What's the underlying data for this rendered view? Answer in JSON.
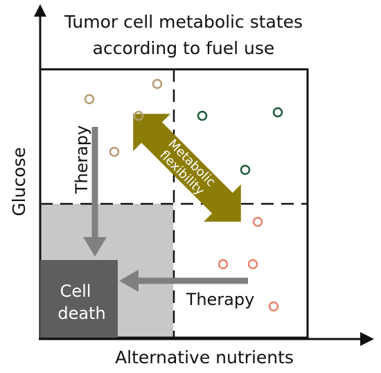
{
  "title_lines": [
    "Tumor cell metabolic states",
    "according to fuel use"
  ],
  "axes": {
    "x_label": "Alternative nutrients",
    "y_label": "Glucose"
  },
  "labels": {
    "therapy_vertical": "Therapy",
    "therapy_horizontal": "Therapy",
    "cell_death_lines": [
      "Cell",
      "death"
    ],
    "flexibility_lines": [
      "Metabolic",
      "flexibility"
    ]
  },
  "colors": {
    "tan": "#b39c72",
    "green": "#1f5b3b",
    "salmon": "#e8826c",
    "olive": "#8b7d08",
    "gray_arrow": "#808080",
    "light_gray": "#c8c8c8",
    "dark_gray": "#5e5e5e",
    "black": "#111111"
  },
  "cell_groups": [
    {
      "name": "tan-cells",
      "color": "#b39c72",
      "count": 4
    },
    {
      "name": "green-cells",
      "color": "#1f5b3b",
      "count": 3
    },
    {
      "name": "salmon-cells",
      "color": "#e8826c",
      "count": 4
    }
  ]
}
